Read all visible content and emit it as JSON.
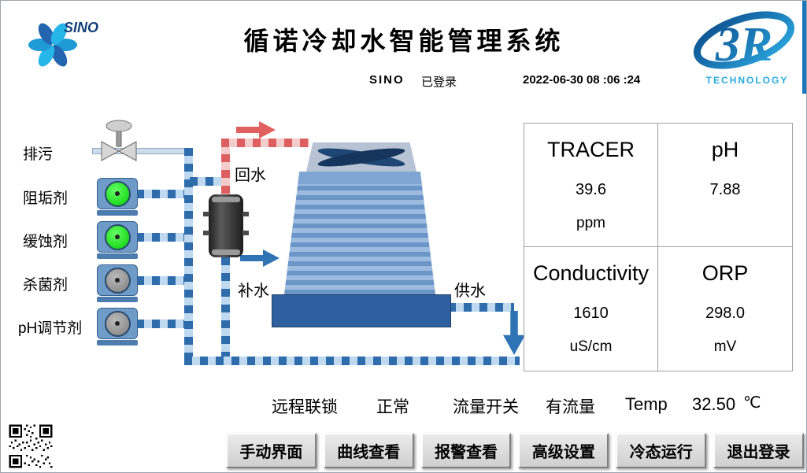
{
  "colors": {
    "pipe_blue_dark": "#2f6cab",
    "pipe_blue_light": "#bfd9f0",
    "pipe_red_dark": "#dd5f5f",
    "pump_on_green": "#00cc00",
    "pump_off_gray": "#7d7d7d",
    "tower_basin_blue": "#2e5f9e",
    "brand_blue": "#1b75bb",
    "tech_light_blue": "#29abe2"
  },
  "header": {
    "title": "循诺冷却水智能管理系统",
    "user": "SINO",
    "login_status": "已登录",
    "datetime": "2022-06-30  08 :06 :24",
    "sino_logo_text": "SINO",
    "r3_logo_text": "3R",
    "r3_logo_subtext": "TECHNOLOGY"
  },
  "process": {
    "blowdown_label": "排污",
    "pumps": [
      {
        "label": "阻垢剂",
        "state": "on"
      },
      {
        "label": "缓蚀剂",
        "state": "on"
      },
      {
        "label": "杀菌剂",
        "state": "off"
      },
      {
        "label": "pH调节剂",
        "state": "off"
      }
    ],
    "pipe_labels": {
      "return": "回水",
      "makeup": "补水",
      "supply": "供水"
    }
  },
  "data_panel": {
    "cells": [
      {
        "name": "TRACER",
        "value": "39.6",
        "unit": "ppm"
      },
      {
        "name": "pH",
        "value": "7.88",
        "unit": ""
      },
      {
        "name": "Conductivity",
        "value": "1610",
        "unit": "uS/cm"
      },
      {
        "name": "ORP",
        "value": "298.0",
        "unit": "mV"
      }
    ]
  },
  "status_bar": {
    "interlock_label": "远程联锁",
    "interlock_value": "正常",
    "flow_label": "流量开关",
    "flow_value": "有流量",
    "temp_label": "Temp",
    "temp_value": "32.50",
    "temp_unit": "℃"
  },
  "nav_buttons": [
    {
      "label": "手动界面"
    },
    {
      "label": "曲线查看"
    },
    {
      "label": "报警查看"
    },
    {
      "label": "高级设置"
    },
    {
      "label": "冷态运行"
    },
    {
      "label": "退出登录"
    }
  ]
}
